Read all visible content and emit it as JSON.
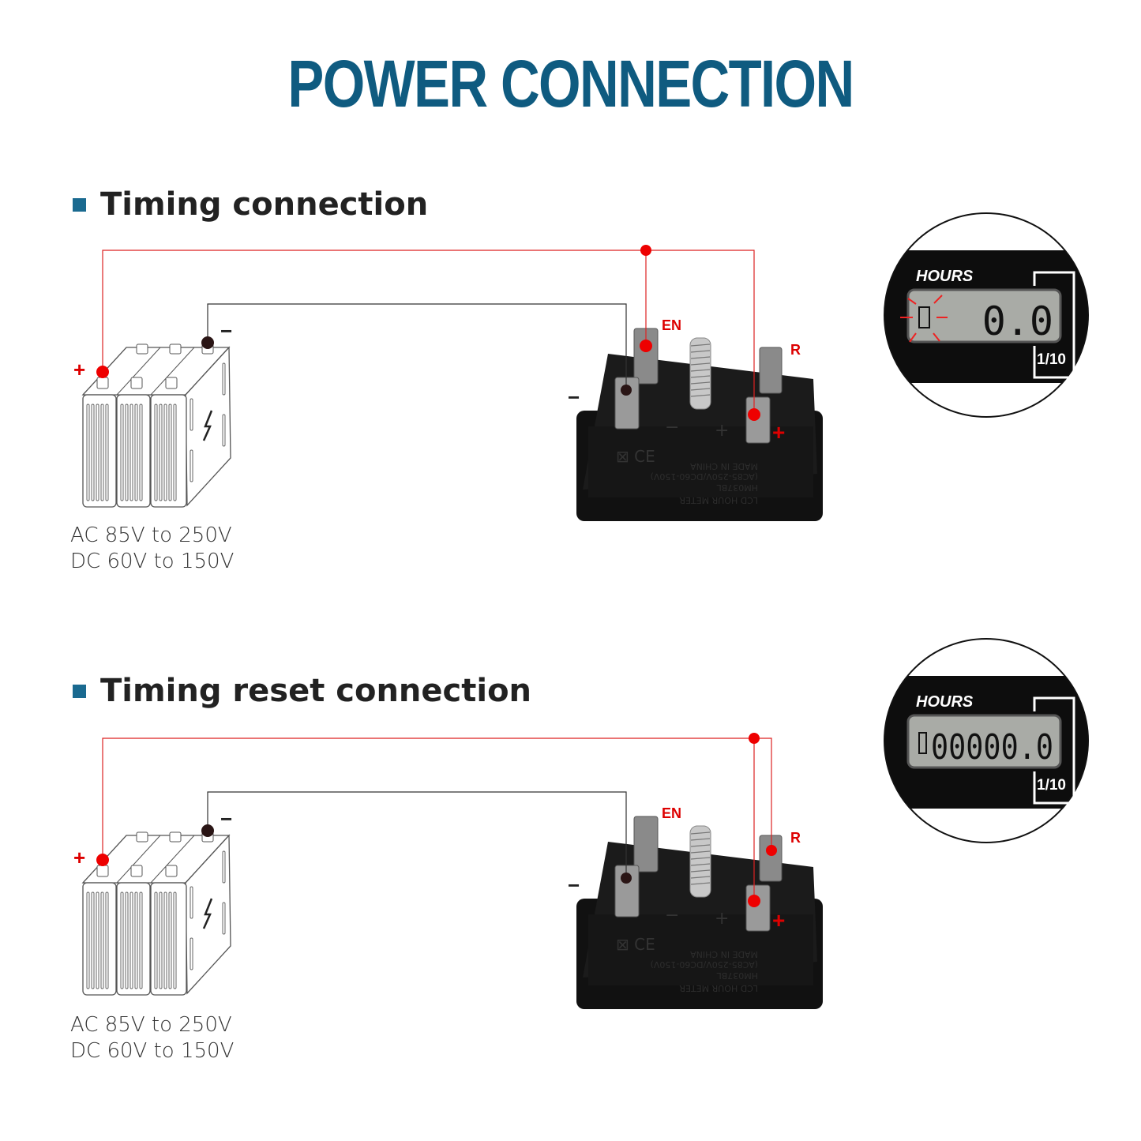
{
  "title": "POWER CONNECTION",
  "sections": [
    {
      "heading": "Timing connection",
      "voltage": [
        "AC 85V to 250V",
        "DC 60V to 150V"
      ],
      "terminal_labels": {
        "en": "EN",
        "r": "R",
        "minus": "−",
        "plus": "+"
      },
      "battery_labels": {
        "plus": "+",
        "minus": "−"
      },
      "display": {
        "unit": "HOURS",
        "reading": "0.0",
        "resolution": "1/10",
        "hourglass_blinking": true
      }
    },
    {
      "heading": "Timing reset connection",
      "voltage": [
        "AC 85V to 250V",
        "DC 60V to 150V"
      ],
      "terminal_labels": {
        "en": "EN",
        "r": "R",
        "minus": "−",
        "plus": "+"
      },
      "battery_labels": {
        "plus": "+",
        "minus": "−"
      },
      "display": {
        "unit": "HOURS",
        "reading": "00000.0",
        "resolution": "1/10",
        "hourglass_blinking": false
      }
    }
  ],
  "colors": {
    "title": "#0f5b80",
    "positive_wire": "#e00000",
    "negative_wire": "#222222",
    "bullet": "#1a6a90"
  }
}
